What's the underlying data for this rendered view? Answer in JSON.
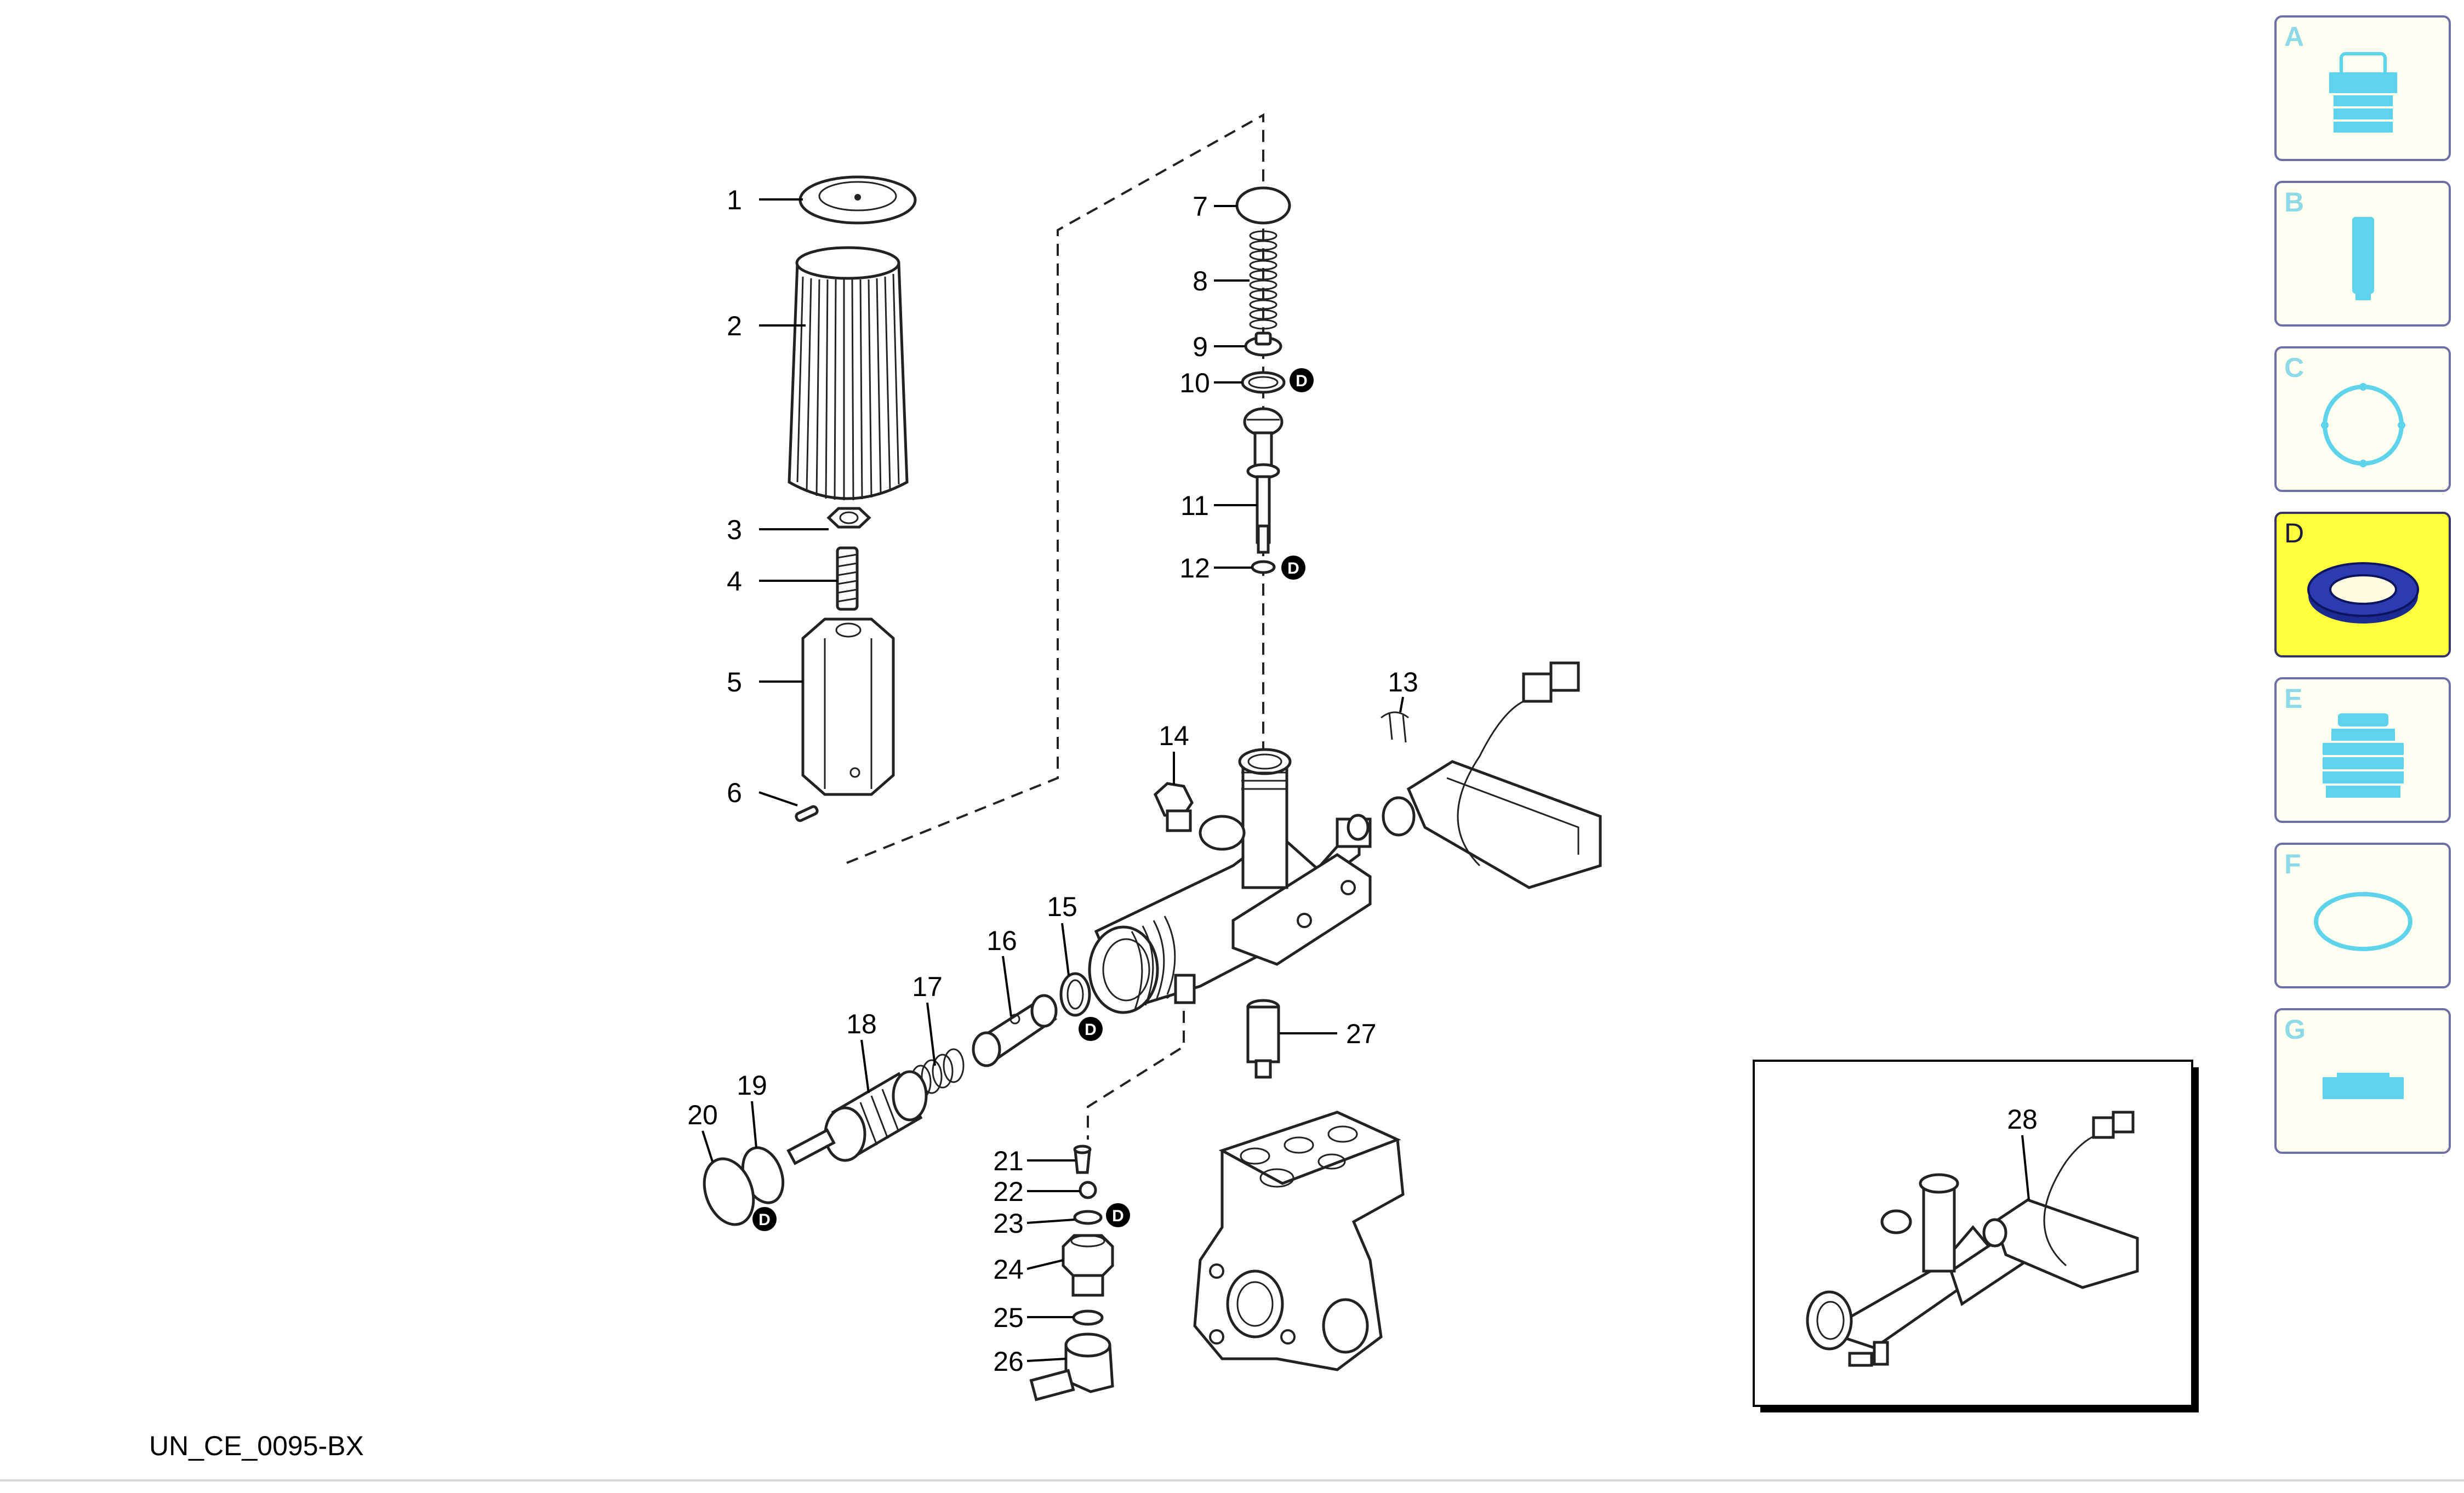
{
  "drawing": {
    "code": "UN_CE_0095-BX",
    "callouts": [
      "1",
      "2",
      "3",
      "4",
      "5",
      "6",
      "7",
      "8",
      "9",
      "10",
      "11",
      "12",
      "13",
      "14",
      "15",
      "16",
      "17",
      "18",
      "19",
      "20",
      "21",
      "22",
      "23",
      "24",
      "25",
      "26",
      "27"
    ],
    "d_marker": "D",
    "d_marked_items": [
      "10",
      "12",
      "15",
      "19",
      "23"
    ],
    "inset": {
      "callout": "28"
    }
  },
  "categories": [
    {
      "letter": "A",
      "icon": "connector-fitting-icon",
      "selected": false
    },
    {
      "letter": "B",
      "icon": "cylinder-pin-icon",
      "selected": false
    },
    {
      "letter": "C",
      "icon": "circlip-ring-icon",
      "selected": false
    },
    {
      "letter": "D",
      "icon": "seal-ring-icon",
      "selected": true
    },
    {
      "letter": "E",
      "icon": "ribbed-sleeve-icon",
      "selected": false
    },
    {
      "letter": "F",
      "icon": "o-ring-icon",
      "selected": false
    },
    {
      "letter": "G",
      "icon": "flat-bar-icon",
      "selected": false
    }
  ],
  "colors": {
    "tile_bg": "#fffff0",
    "tile_selected_bg": "#ffff3c",
    "tile_border": "#6f6fa8",
    "tile_letter": "#8ed9e8",
    "icon_cyan": "#5fd3ec",
    "seal_blue": "#1b2a8f"
  }
}
